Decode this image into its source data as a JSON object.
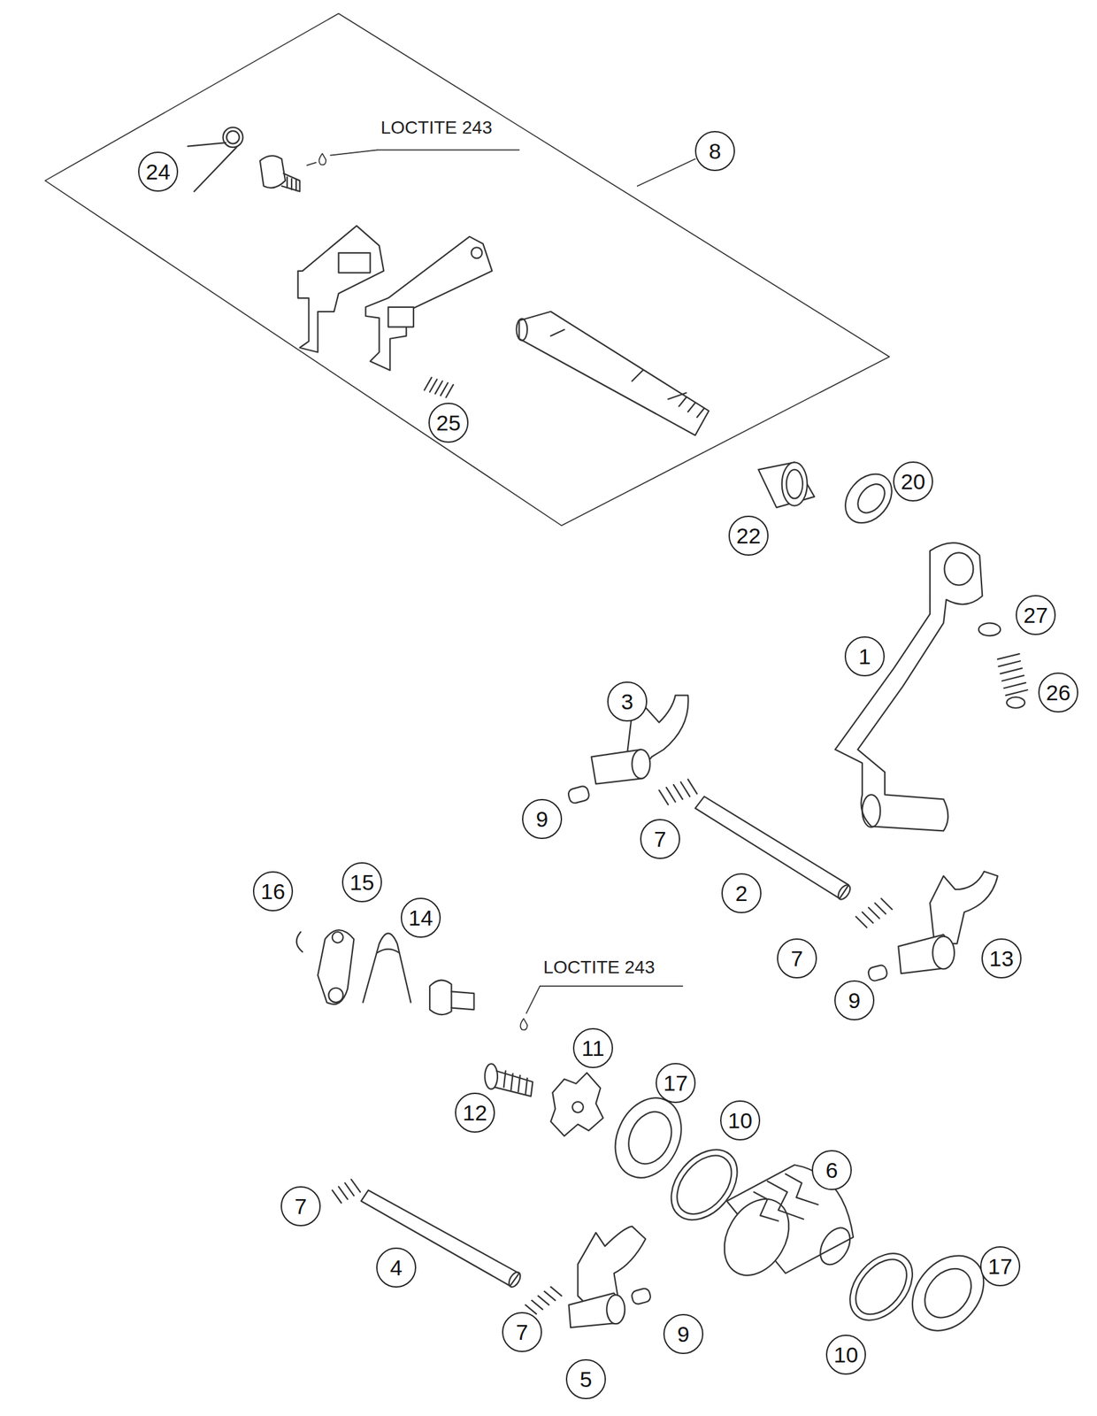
{
  "diagram": {
    "nodes": [
      {
        "text": [
          "24"
        ]
      },
      {
        "text": [
          "8"
        ]
      },
      {
        "text": [
          "25"
        ]
      },
      {
        "text": [
          "20"
        ]
      },
      {
        "text": [
          "22"
        ]
      },
      {
        "text": [
          "27"
        ]
      },
      {
        "text": [
          "1"
        ]
      },
      {
        "text": [
          "26"
        ]
      },
      {
        "text": [
          "3"
        ]
      },
      {
        "text": [
          "9"
        ]
      },
      {
        "text": [
          "7"
        ]
      },
      {
        "text": [
          "2"
        ]
      },
      {
        "text": [
          "16"
        ]
      },
      {
        "text": [
          "15"
        ]
      },
      {
        "text": [
          "14"
        ]
      },
      {
        "text": [
          "7"
        ]
      },
      {
        "text": [
          "13"
        ]
      },
      {
        "text": [
          "9"
        ]
      },
      {
        "text": [
          "11"
        ]
      },
      {
        "text": [
          "17"
        ]
      },
      {
        "text": [
          "12"
        ]
      },
      {
        "text": [
          "10"
        ]
      },
      {
        "text": [
          "6"
        ]
      },
      {
        "text": [
          "7"
        ]
      },
      {
        "text": [
          "4"
        ]
      },
      {
        "text": [
          "17"
        ]
      },
      {
        "text": [
          "7"
        ]
      },
      {
        "text": [
          "9"
        ]
      },
      {
        "text": [
          "10"
        ]
      },
      {
        "text": [
          "5"
        ]
      }
    ],
    "labels": [
      "LOCTITE 243",
      "LOCTITE 243"
    ]
  }
}
